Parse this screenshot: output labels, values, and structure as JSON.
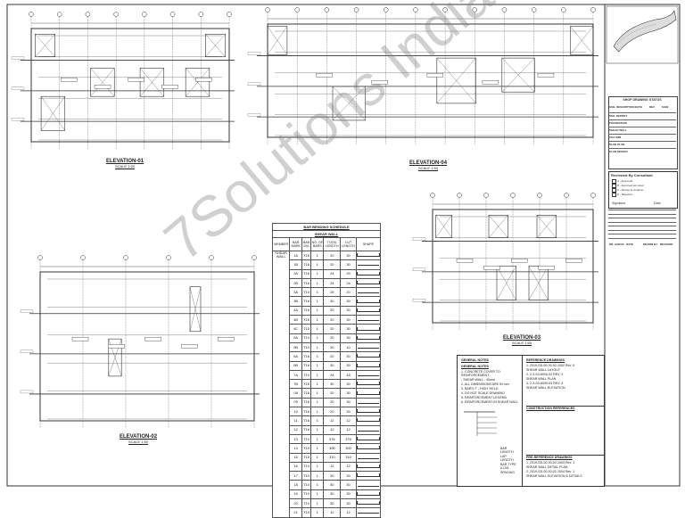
{
  "sheet": {
    "watermark": "7Solutions India",
    "elevations": [
      {
        "id": "e1",
        "title": "ELEVATION-01",
        "subtitle": "SCALE 1:50"
      },
      {
        "id": "e4",
        "title": "ELEVATION-04",
        "subtitle": "SCALE 1:50"
      },
      {
        "id": "e3",
        "title": "ELEVATION-03",
        "subtitle": "SCALE 1:50"
      },
      {
        "id": "e2",
        "title": "ELEVATION-02",
        "subtitle": "SCALE 1:50"
      }
    ]
  },
  "schedule": {
    "title": "BAR BENDING SCHEDULE",
    "subtitle": "SHEAR WALL",
    "headers": [
      "MEMBER",
      "BAR MARK",
      "BAR DIA",
      "NO. OF BARS",
      "TOTAL LENGTH",
      "CUT LENGTH",
      "SHAPE"
    ],
    "member": "SHEAR WALL",
    "rows": [
      [
        "1A",
        "T16",
        "1",
        "20",
        "30"
      ],
      [
        "1B",
        "T16",
        "1",
        "20",
        "30"
      ],
      [
        "2A",
        "T16",
        "1",
        "24",
        "29"
      ],
      [
        "2B",
        "T16",
        "1",
        "24",
        "24"
      ],
      [
        "3A",
        "T10",
        "1",
        "25",
        "20"
      ],
      [
        "3B",
        "T16",
        "1",
        "30",
        "30"
      ],
      [
        "4A",
        "T16",
        "1",
        "20",
        "30"
      ],
      [
        "4B",
        "T16",
        "1",
        "20",
        "30"
      ],
      [
        "4C",
        "T10",
        "1",
        "20",
        "30"
      ],
      [
        "5A",
        "T10",
        "1",
        "20",
        "30"
      ],
      [
        "5B",
        "T10",
        "1",
        "30",
        "10"
      ],
      [
        "6A",
        "T16",
        "1",
        "20",
        "30"
      ],
      [
        "6B",
        "T16",
        "1",
        "30",
        "30"
      ],
      [
        "7A",
        "T10",
        "1",
        "24",
        "18"
      ],
      [
        "7B",
        "T16",
        "1",
        "30",
        "30"
      ],
      [
        "08",
        "T16",
        "1",
        "20",
        "30"
      ],
      [
        "09",
        "T16",
        "1",
        "20",
        "30"
      ],
      [
        "10",
        "T16",
        "1",
        "20",
        "30"
      ],
      [
        "11",
        "T16",
        "1",
        "12",
        "12"
      ],
      [
        "12",
        "T16",
        "1",
        "12",
        "12"
      ],
      [
        "13",
        "T10",
        "1",
        "376",
        "376"
      ],
      [
        "14",
        "T10",
        "1",
        "300",
        "300"
      ],
      [
        "15",
        "T10",
        "1",
        "310",
        "310"
      ],
      [
        "16",
        "T10",
        "1",
        "12",
        "12"
      ],
      [
        "17",
        "T10",
        "1",
        "30",
        "30"
      ],
      [
        "18",
        "T10",
        "1",
        "30",
        "30"
      ],
      [
        "19",
        "T10",
        "1",
        "30",
        "30"
      ],
      [
        "20",
        "T10",
        "1",
        "30",
        "30"
      ],
      [
        "21",
        "T10",
        "1",
        "12",
        "12"
      ]
    ]
  },
  "title_block": {
    "heading": "SHOP DRAWING STATUS",
    "columns": [
      "SUB. DESCRIPTION",
      "DATE",
      "REV",
      "SIGN"
    ],
    "rows": [
      "SOIL REPORT",
      "FOUNDATION",
      "SHEAR WALL",
      "COLUMN",
      "SLAB PLAN",
      "SLAB DESIGN"
    ],
    "reviewed_heading": "Reviewed By Consultant",
    "review_options": [
      "A - Approved",
      "B - Approved as noted",
      "C - Revise & resubmit",
      "D - Rejected"
    ],
    "signature_label": "Signature",
    "date_label": "Date",
    "footer": [
      "DR. CHECK",
      "DATE",
      "DRAWN BY",
      "REVISION"
    ]
  },
  "notes": {
    "left_heading": "GENERAL NOTES",
    "left_sub": "GENERAL NOTES",
    "left_items": [
      "1. CONCRETE COVER TO REINFORCEMENT :",
      "   - SHEAR WALL : 40mm",
      "2. ALL DIMENSIONS ARE IN mm",
      "3. BARS: T - HIGH YIELD",
      "4. DO NOT SCALE DRAWING",
      "5. REINFORCEMENT LEGEND",
      "6. REINFORCEMENT IN SHEAR WALL"
    ],
    "legend": [
      "BAR LENGTH",
      "LAP LENGTH",
      "BAR TYPE & DIA",
      "SPACING"
    ],
    "right_heading": "REFERENCE DRAWINGS",
    "right_items": [
      "1. 2019-SD-00-00-02-1002  Rev. 0",
      "   SHEAR WALL LAYOUT",
      "2. 2-3-S3-6000-02  REV. 3",
      "   SHEAR WALL PLAN",
      "3. 2-3-S3-6000-03  REV. 3",
      "   SHEAR WALL ELEVATION"
    ],
    "right_heading2": "CONSTRUCTION REFERENCES",
    "right_heading3": "PRE-REFERENCE DRAWINGS",
    "right_items3": [
      "1. 2019-SD-00-00-02-1003  Rev. 1",
      "   SHEAR WALL DETAIL PLAN",
      "2. 2019-SD-00-00-02-1004  Rev. 1",
      "   SHEAR WALL ELEVATION & DETAILS"
    ]
  },
  "colors": {
    "ink": "#222222",
    "paper": "#ffffff",
    "watermark": "#8a8a8a"
  }
}
